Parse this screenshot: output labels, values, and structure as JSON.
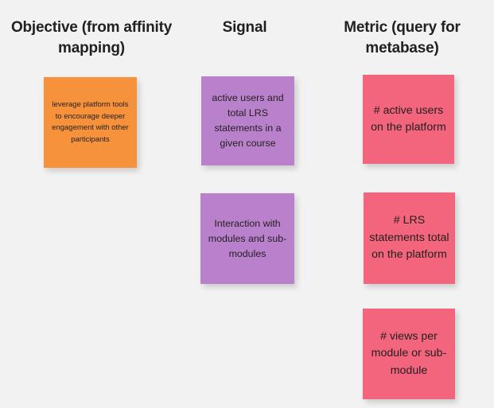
{
  "board": {
    "background_color": "#f2f2f2",
    "columns": [
      {
        "id": "objective",
        "header": "Objective (from affinity mapping)",
        "note_color": "#f7923c"
      },
      {
        "id": "signal",
        "header": "Signal",
        "note_color": "#b980cb"
      },
      {
        "id": "metric",
        "header": "Metric (query for metabase)",
        "note_color": "#f2657c"
      }
    ],
    "notes": {
      "objective": [
        "leverage platform tools to encourage deeper engagement with other participants"
      ],
      "signal": [
        "active users and total LRS statements in a given course",
        "Interaction with modules and sub-modules"
      ],
      "metric": [
        "# active users on the platform",
        "# LRS statements total on the platform",
        "# views per module or sub-module"
      ]
    }
  }
}
